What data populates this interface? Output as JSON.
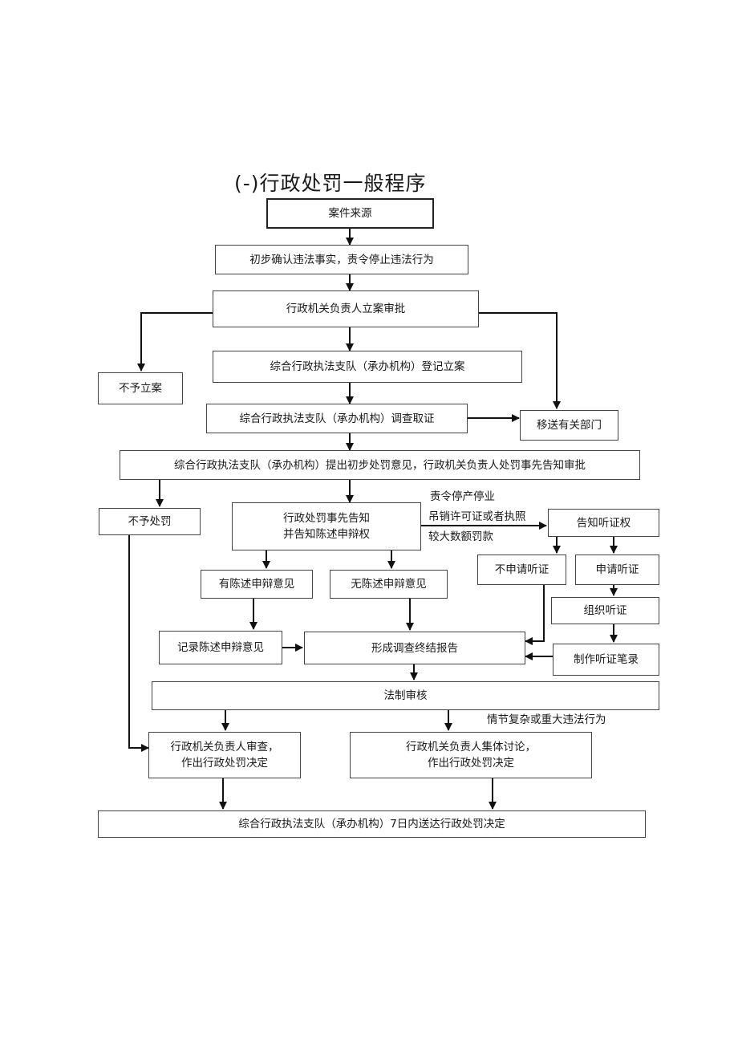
{
  "title": "(-)行政处罚一般程序",
  "nodes": {
    "source": "案件来源",
    "confirm": "初步确认违法事实，责令停止违法行为",
    "approve": "行政机关负责人立案审批",
    "register": "综合行政执法支队（承办机构）登记立案",
    "no_case": "不予立案",
    "investigate": "综合行政执法支队（承办机构）调查取证",
    "transfer": "移送有关部门",
    "propose": "综合行政执法支队（承办机构）提出初步处罚意见，行政机关负责人处罚事先告知审批",
    "no_penalty": "不予处罚",
    "notify_line1": "行政处罚事先告知",
    "notify_line2": "并告知陈述申辩权",
    "hearing_notice": "告知听证权",
    "has_defense": "有陈述申辩意见",
    "no_defense": "无陈述申辩意见",
    "no_hearing_request": "不申请听证",
    "request_hearing": "申请听证",
    "organize_hearing": "组织听证",
    "record_defense": "记录陈述申辩意见",
    "report": "形成调查终结报告",
    "hearing_record": "制作听证笔录",
    "legal_review": "法制审核",
    "decide_individual_line1": "行政机关负责人审查，",
    "decide_individual_line2": "作出行政处罚决定",
    "decide_collective_line1": "行政机关负责人集体讨论，",
    "decide_collective_line2": "作出行政处罚决定",
    "deliver": "综合行政执法支队（承办机构）7日内送达行政处罚决定"
  },
  "labels": {
    "hearing_cond1": "责令停产停业",
    "hearing_cond2": "吊销许可证或者执照",
    "hearing_cond3": "较大数额罚款",
    "complex_case": "情节复杂或重大违法行为"
  }
}
